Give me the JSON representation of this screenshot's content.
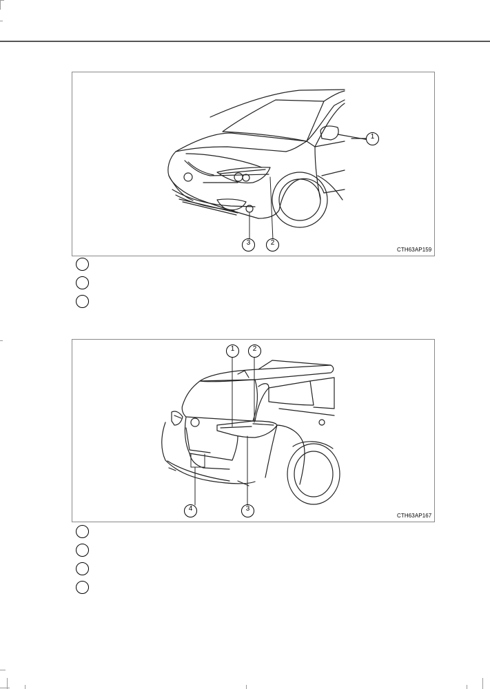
{
  "figures": [
    {
      "name": "front-view",
      "code": "CTH63AP159",
      "callouts": [
        "1",
        "2",
        "3"
      ],
      "legend_count": 3
    },
    {
      "name": "rear-view",
      "code": "CTH63AP167",
      "callouts": [
        "1",
        "2",
        "3",
        "4"
      ],
      "legend_count": 4
    }
  ]
}
